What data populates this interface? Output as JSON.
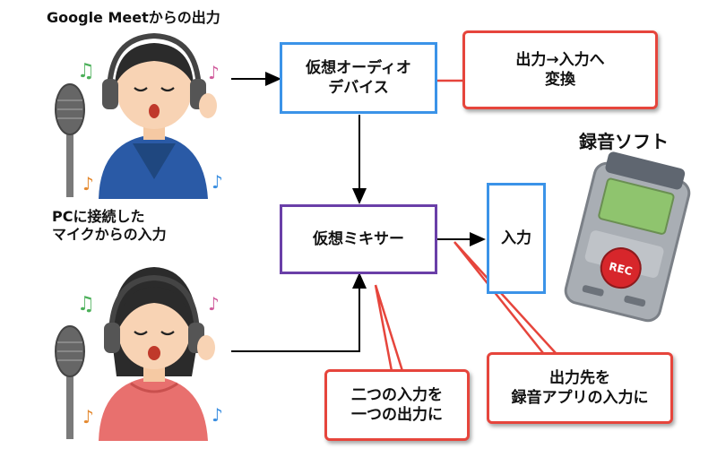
{
  "labels": {
    "source_top": "Google Meetからの出力",
    "source_bottom": "PCに接続した\nマイクからの入力",
    "recorder_title": "録音ソフト",
    "rec_badge": "REC"
  },
  "boxes": {
    "virtual_audio_device": "仮想オーディオ\nデバイス",
    "virtual_mixer": "仮想ミキサー",
    "input": "入力"
  },
  "callouts": {
    "convert": "出力→入力へ\n変換",
    "merge": "二つの入力を\n一つの出力に",
    "route": "出力先を\n録音アプリの入力に"
  },
  "icons": [
    "music-note-icon",
    "headphones-icon",
    "microphone-icon",
    "voice-recorder-icon"
  ],
  "colors": {
    "blue_box": "#3b93e8",
    "purple_box": "#6a3fa8",
    "red_callout": "#e6453c",
    "arrow": "#000000"
  }
}
